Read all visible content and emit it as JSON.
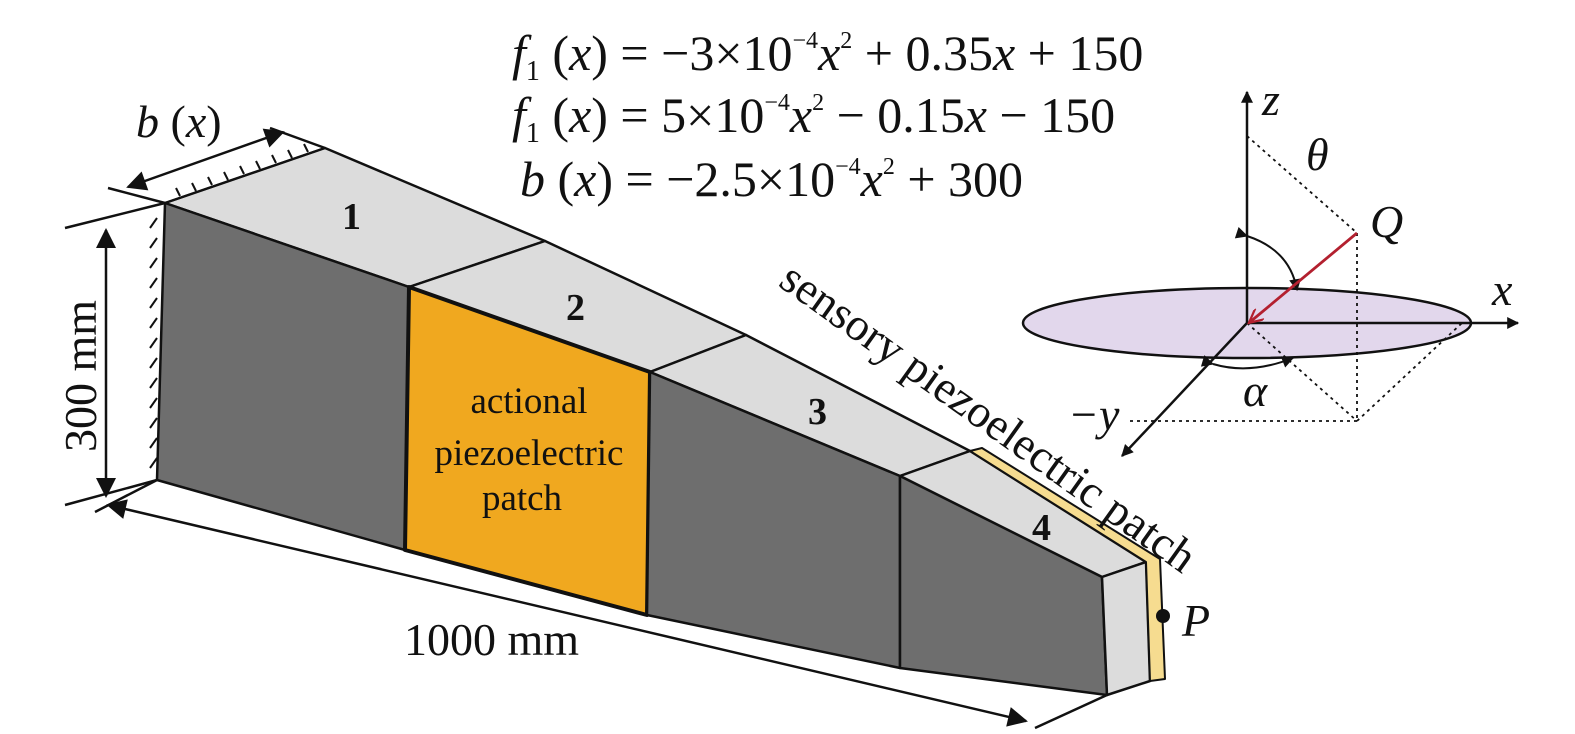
{
  "equations": {
    "eq1": {
      "lhs_f": "f",
      "lhs_sub": "1",
      "lhs_open": " (",
      "lhs_x": "x",
      "lhs_close": ") = −3×10",
      "exp": "−4",
      "var": "x",
      "pow": "2",
      "rest": " + 0.35",
      "rest_x": "x",
      "tail": " + 150"
    },
    "eq2": {
      "lhs_f": "f",
      "lhs_sub": "1",
      "lhs_open": " (",
      "lhs_x": "x",
      "lhs_close": ") = 5×10",
      "exp": "−4",
      "var": "x",
      "pow": "2",
      "rest": " − 0.15",
      "rest_x": "x",
      "tail": " − 150"
    },
    "eq3": {
      "lhs_f": "b",
      "lhs_open": " (",
      "lhs_x": "x",
      "lhs_close": ") = −2.5×10",
      "exp": "−4",
      "var": "x",
      "pow": "2",
      "tail": " + 300"
    }
  },
  "beam": {
    "segments": [
      "1",
      "2",
      "3",
      "4"
    ],
    "width_label": {
      "b": "b",
      "rest": " (",
      "x": "x",
      "close": ")"
    },
    "height_label": "300 mm",
    "length_label": "1000 mm"
  },
  "actional_patch": {
    "line1": "actional",
    "line2": "piezoelectric",
    "line3": "patch"
  },
  "sensory_patch_label": "sensory piezoelectric patch",
  "point_label": "P",
  "coordinate_system": {
    "z": "z",
    "x": "x",
    "y": "−y",
    "theta": "θ",
    "alpha": "α",
    "Q": "Q"
  },
  "colors": {
    "beam_side": "#6e6e6e",
    "beam_top": "#dcdcdc",
    "actional_patch": "#f0a81f",
    "sensory_patch": "#f6dc90",
    "disk": "#e2d7ec",
    "vector": "#b3202f",
    "ink": "#111111"
  }
}
